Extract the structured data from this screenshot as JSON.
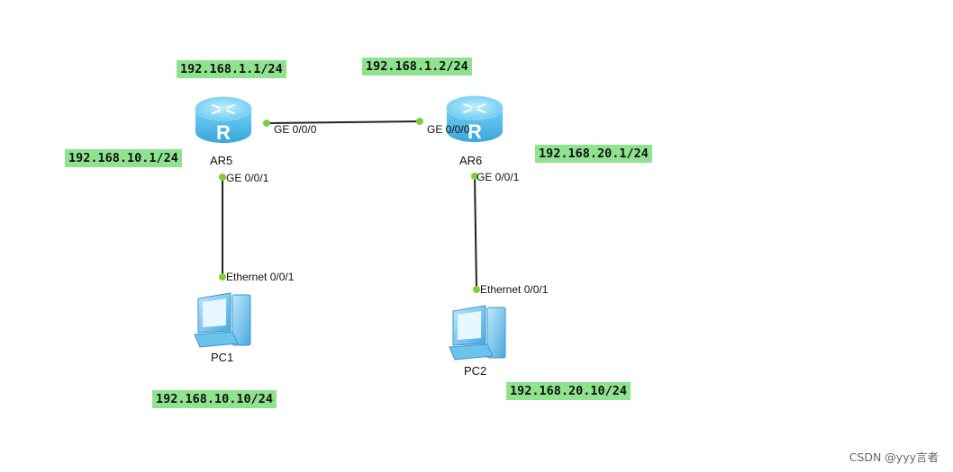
{
  "routers": [
    {
      "name": "AR5",
      "icon": "router-icon"
    },
    {
      "name": "AR6",
      "icon": "router-icon"
    }
  ],
  "pcs": [
    {
      "name": "PC1",
      "icon": "pc-icon"
    },
    {
      "name": "PC2",
      "icon": "pc-icon"
    }
  ],
  "links": [
    {
      "from": "AR5",
      "from_port": "GE 0/0/0",
      "to": "AR6",
      "to_port": "GE 0/0/0"
    },
    {
      "from": "AR5",
      "from_port": "GE 0/0/1",
      "to": "PC1",
      "to_port": "Ethernet 0/0/1"
    },
    {
      "from": "AR6",
      "from_port": "GE 0/0/1",
      "to": "PC2",
      "to_port": "Ethernet 0/0/1"
    }
  ],
  "ip_labels": {
    "ar5_ge000": "192.168.1.1/24",
    "ar6_ge000": "192.168.1.2/24",
    "ar5_ge001": "192.168.10.1/24",
    "ar6_ge001": "192.168.20.1/24",
    "pc1": "192.168.10.10/24",
    "pc2": "192.168.20.10/24"
  },
  "colors": {
    "ip_label_bg": "#8fe38f",
    "link": "#222222",
    "port_dot": "#7ccf3a",
    "router_body": "#5ec3ec"
  },
  "watermark": "CSDN @yyy言者"
}
